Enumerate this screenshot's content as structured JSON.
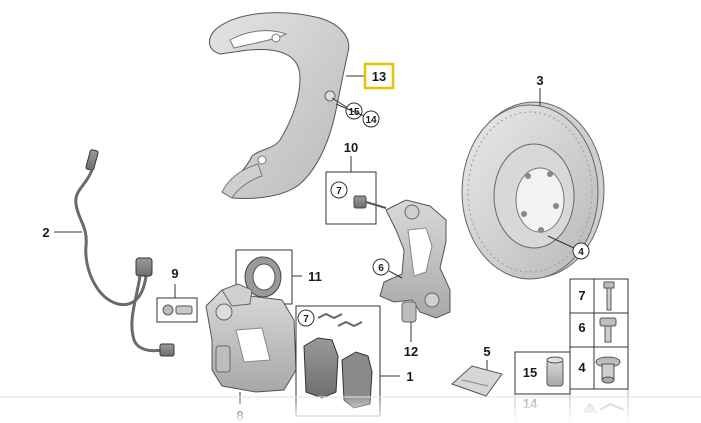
{
  "diagram": {
    "callouts": {
      "c13": "13",
      "c3": "3",
      "c15a": "15",
      "c14a": "14",
      "c10": "10",
      "c7a": "7",
      "c2": "2",
      "c6a": "6",
      "c4a": "4",
      "c9": "9",
      "c11": "11",
      "c7b": "7",
      "c12": "12",
      "c1": "1",
      "c5": "5",
      "c7c": "7",
      "c6b": "6",
      "c15b": "15",
      "c4b": "4",
      "c8": "8",
      "c14b": "14"
    },
    "highlight_color": "#e6c200"
  }
}
